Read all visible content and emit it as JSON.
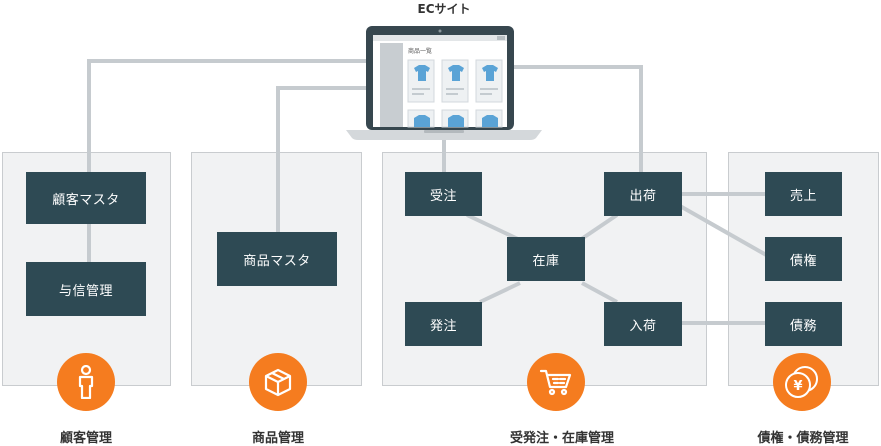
{
  "title": "ECサイト",
  "laptop": {
    "screen_heading": "商品一覧"
  },
  "panels": {
    "customer": {
      "boxes": {
        "master": "顧客マスタ",
        "credit": "与信管理"
      },
      "label": "顧客管理"
    },
    "product": {
      "boxes": {
        "master": "商品マスタ"
      },
      "label": "商品管理"
    },
    "order": {
      "boxes": {
        "order_received": "受注",
        "shipping": "出荷",
        "inventory": "在庫",
        "purchase_order": "発注",
        "receiving": "入荷"
      },
      "label": "受発注・在庫管理"
    },
    "finance": {
      "boxes": {
        "sales": "売上",
        "receivable": "債権",
        "payable": "債務"
      },
      "label": "債権・債務管理"
    }
  },
  "colors": {
    "box": "#2e4a54",
    "accent": "#f57c1f",
    "panel_bg": "#f1f2f3",
    "connector": "#c6cbcf"
  },
  "icons": {
    "customer": "person-icon",
    "product": "box-icon",
    "order": "cart-icon",
    "finance": "yen-coins-icon"
  }
}
